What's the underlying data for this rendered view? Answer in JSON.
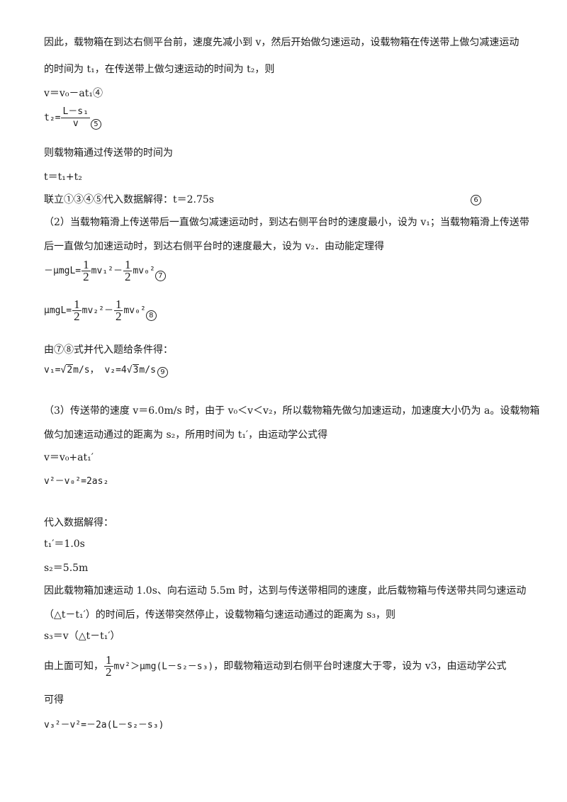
{
  "p1": "因此，载物箱在到达右侧平台前，速度先减小到 v，然后开始做匀速运动，设载物箱在传送带上做匀减速运动",
  "p2": "的时间为 t₁，在传送带上做匀速运动的时间为 t₂，则",
  "eq4": "v＝v₀－at₁④",
  "eq5": {
    "lhs": "t₂=",
    "num": "L－s₁",
    "den": "v",
    "mark": "5"
  },
  "p3": "则载物箱通过传送带的时间为",
  "eq_t": "t＝t₁+t₂",
  "p4": "联立①③④⑤代入数据解得：t＝2.75s",
  "mark6": "6",
  "p5": "（2）当载物箱滑上传送带后一直做匀减速运动时，到达右侧平台时的速度最小，设为 v₁；当载物箱滑上传送带",
  "p6": "后一直做匀加速运动时，到达右侧平台时的速度最大，设为 v₂．由动能定理得",
  "eq7": {
    "lhs": "－μmgL=",
    "t1": "mv₁²",
    "t2": "mv₀²",
    "mark": "7"
  },
  "eq8": {
    "lhs": "μmgL=",
    "t1": "mv₂²",
    "t2": "mv₀²",
    "mark": "8"
  },
  "half": {
    "num": "1",
    "den": "2"
  },
  "p7": "由⑦⑧式并代入题给条件得：",
  "eq9": {
    "a": "v₁=",
    "a_rad": "2",
    "a_unit": "m/s，",
    "b": "v₂=4",
    "b_rad": "3",
    "b_unit": "m/s",
    "mark": "9"
  },
  "p8": "（3）传送带的速度 v＝6.0m/s 时，由于 v₀＜v＜v₂，所以载物箱先做匀加速运动，加速度大小仍为 a。设载物箱",
  "p9": "做匀加速运动通过的距离为 s₂，所用时间为 t₁′，由运动学公式得",
  "eq10": "v＝v₀+at₁′",
  "eq11": "v²－v₀²=2as₂",
  "p10": "代入数据解得：",
  "res1": "t₁′＝1.0s",
  "res2": "s₂＝5.5m",
  "p11": "因此载物箱加速运动 1.0s、向右运动 5.5m 时，达到与传送带相同的速度，此后载物箱与传送带共同匀速运动",
  "p12": "（△t－t₁′）的时间后，传送带突然停止，设载物箱匀速运动通过的距离为 s₃，则",
  "eq12": "s₃＝v（△t－t₁′）",
  "p13a": "由上面可知，",
  "p13b": "mv²＞μmg(L－s₂－s₃)",
  "p13c": "，即载物箱运动到右侧平台时速度大于零，设为 v3，由运动学公式",
  "p14": "可得",
  "eq13": "v₃²－v²=－2a(L－s₂－s₃)"
}
